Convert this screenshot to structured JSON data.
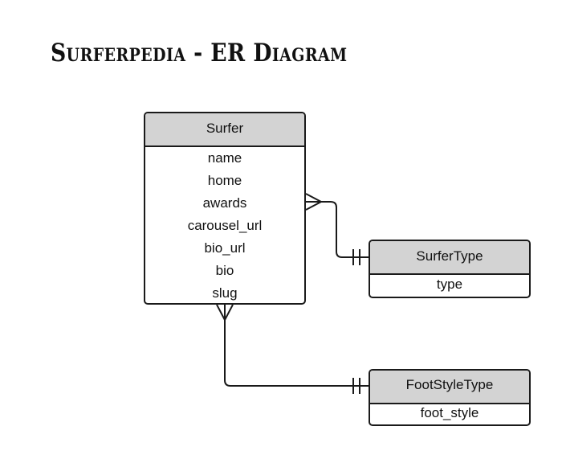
{
  "title": "Surferpedia - ER Diagram",
  "entities": {
    "surfer": {
      "name": "Surfer",
      "attributes": [
        "name",
        "home",
        "awards",
        "carousel_url",
        "bio_url",
        "bio",
        "slug"
      ]
    },
    "surfer_type": {
      "name": "SurferType",
      "attributes": [
        "type"
      ]
    },
    "foot_style_type": {
      "name": "FootStyleType",
      "attributes": [
        "foot_style"
      ]
    }
  },
  "relationships": [
    {
      "from": "Surfer",
      "from_cardinality": "many",
      "to": "SurferType",
      "to_cardinality": "one-and-only-one"
    },
    {
      "from": "Surfer",
      "from_cardinality": "many",
      "to": "FootStyleType",
      "to_cardinality": "one-and-only-one"
    }
  ],
  "colors": {
    "header_fill": "#d3d3d3",
    "stroke": "#1a1a1a",
    "background": "#ffffff"
  }
}
